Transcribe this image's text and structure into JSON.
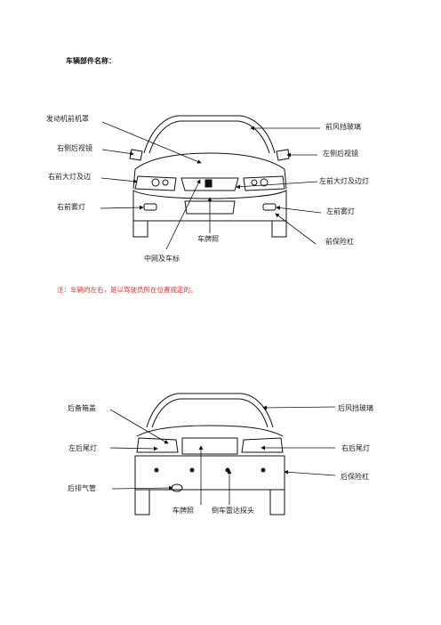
{
  "title": "车辆部件名称：",
  "front": {
    "labels": {
      "hood": "发动机前机罩",
      "right_mirror": "右侧后视镜",
      "right_headlight": "右前大灯及边",
      "right_fog": "右前雾灯",
      "windshield": "前风挡玻璃",
      "left_mirror": "左侧后视镜",
      "left_headlight": "左前大灯及边灯",
      "left_fog": "左前雾灯",
      "front_bumper": "前保险杠",
      "plate": "车牌照",
      "grille": "中网及车标"
    }
  },
  "note": "注：车辆的左右，是以驾驶员所在位置规定的。",
  "rear": {
    "labels": {
      "trunk": "后备箱盖",
      "left_tail": "左后尾灯",
      "exhaust": "后排气管",
      "rear_windshield": "后风挡玻璃",
      "right_tail": "右后尾灯",
      "rear_bumper": "后保险杠",
      "plate": "车牌照",
      "radar": "倒车雷达探头"
    }
  }
}
